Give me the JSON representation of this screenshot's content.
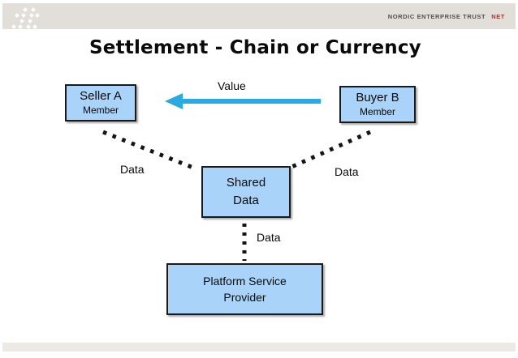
{
  "header": {
    "brand": "NORDIC ENTERPRISE TRUST",
    "brand_suffix": "NET",
    "logo": "hash-dots-logo"
  },
  "title": "Settlement - Chain or Currency",
  "diagram": {
    "nodes": [
      {
        "id": "seller",
        "line1": "Seller A",
        "line2": "Member"
      },
      {
        "id": "buyer",
        "line1": "Buyer B",
        "line2": "Member"
      },
      {
        "id": "shared",
        "line1": "Shared",
        "line2": "Data"
      },
      {
        "id": "platform",
        "line1": "Platform Service",
        "line2": "Provider"
      }
    ],
    "edges": {
      "value_label": "Value",
      "data_label_left": "Data",
      "data_label_right": "Data",
      "data_label_bottom": "Data"
    }
  },
  "colors": {
    "node_fill": "#a9d3f8",
    "node_border": "#1a1a1a",
    "arrow": "#29abe2",
    "connector": "#141414",
    "header_bar": "#e2dfda",
    "footer_bar": "#edeae6",
    "brand_text": "#55504b",
    "brand_accent": "#9e3a32"
  }
}
